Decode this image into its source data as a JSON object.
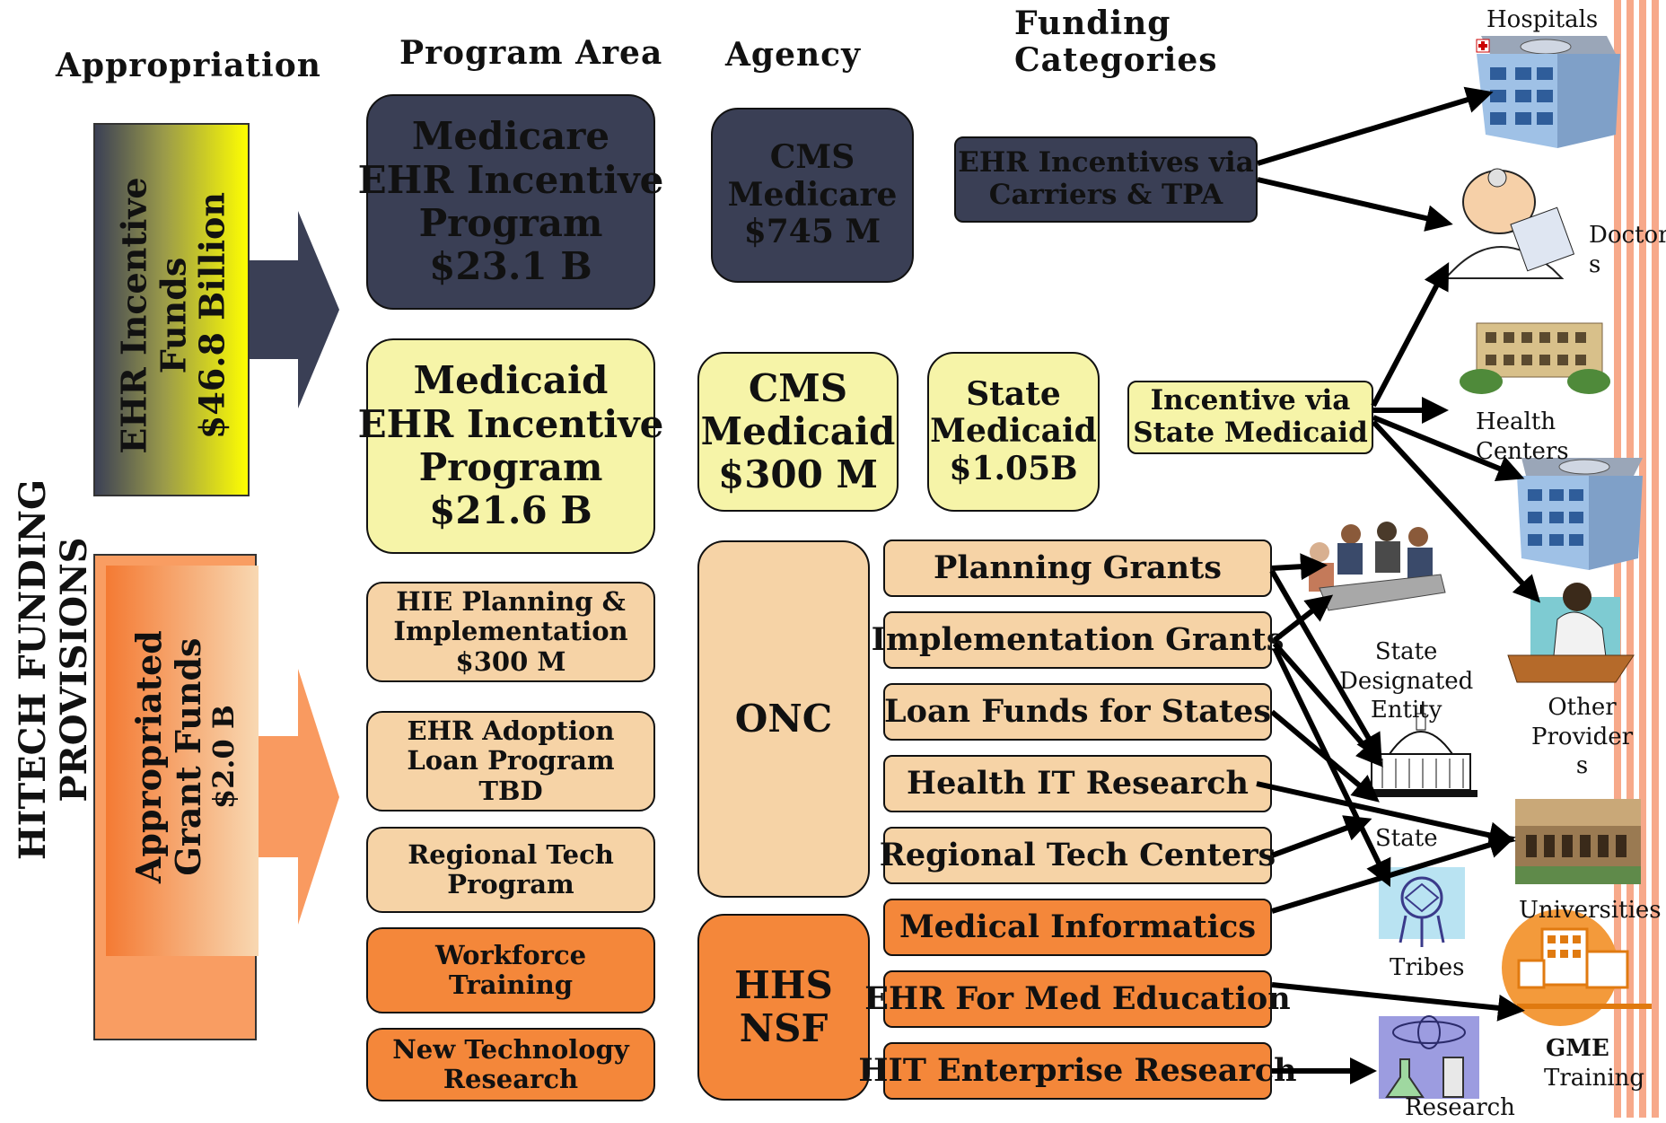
{
  "headers": {
    "appropriation": "Appropriation",
    "program_area": "Program Area",
    "agency": "Agency",
    "funding_categories": [
      "Funding",
      "Categories"
    ]
  },
  "side_title": [
    "HITECH FUNDING",
    "PROVISIONS"
  ],
  "appropriations": {
    "ehr": [
      "EHR Incentive",
      "Funds",
      "$46.8 Billion"
    ],
    "grant": [
      "Appropriated",
      "Grant Funds",
      "$2.0 B"
    ]
  },
  "programs": {
    "medicare": [
      "Medicare",
      "EHR Incentive",
      "Program",
      "$23.1 B"
    ],
    "medicaid": [
      "Medicaid",
      "EHR Incentive",
      "Program",
      "$21.6 B"
    ],
    "hie": [
      "HIE Planning &",
      "Implementation",
      "$300 M"
    ],
    "loan": [
      "EHR Adoption",
      "Loan Program",
      "TBD"
    ],
    "regional": [
      "Regional Tech",
      "Program"
    ],
    "workforce": [
      "Workforce",
      "Training"
    ],
    "newtech": [
      "New Technology",
      "Research"
    ]
  },
  "agencies": {
    "cms_medicare": [
      "CMS",
      "Medicare",
      "$745 M"
    ],
    "cms_medicaid": [
      "CMS",
      "Medicaid",
      "$300 M"
    ],
    "state_medicaid": [
      "State",
      "Medicaid",
      "$1.05B"
    ],
    "onc": "ONC",
    "hhs_nsf": [
      "HHS",
      "NSF"
    ]
  },
  "funding_categories": {
    "ehr_carriers": [
      "EHR Incentives via",
      "Carriers & TPA"
    ],
    "state_medicaid": [
      "Incentive via",
      "State Medicaid"
    ],
    "planning": "Planning Grants",
    "implementation": "Implementation Grants",
    "loan": "Loan Funds for States",
    "hit_research": "Health IT Research",
    "regional": "Regional Tech Centers",
    "med_informatics": "Medical Informatics",
    "med_education": "EHR For Med Education",
    "enterprise": "HIT Enterprise Research"
  },
  "recipients": {
    "hospitals": "Hospitals",
    "doctors": [
      "Doctor",
      "s"
    ],
    "health_centers": [
      "Health",
      "Centers"
    ],
    "other_providers": [
      "Other",
      "Provider",
      "s"
    ],
    "sde": [
      "State",
      "Designated",
      "Entity"
    ],
    "state": "State",
    "tribes": "Tribes",
    "universities": "Universities",
    "gme": [
      "GME",
      "Training"
    ],
    "research": "Research"
  },
  "colors": {
    "navy": "#3a3f55",
    "yellow": "#f6f4a8",
    "tan": "#f6d3a6",
    "orange": "#f4873a",
    "stripe": "#f7a98a"
  }
}
